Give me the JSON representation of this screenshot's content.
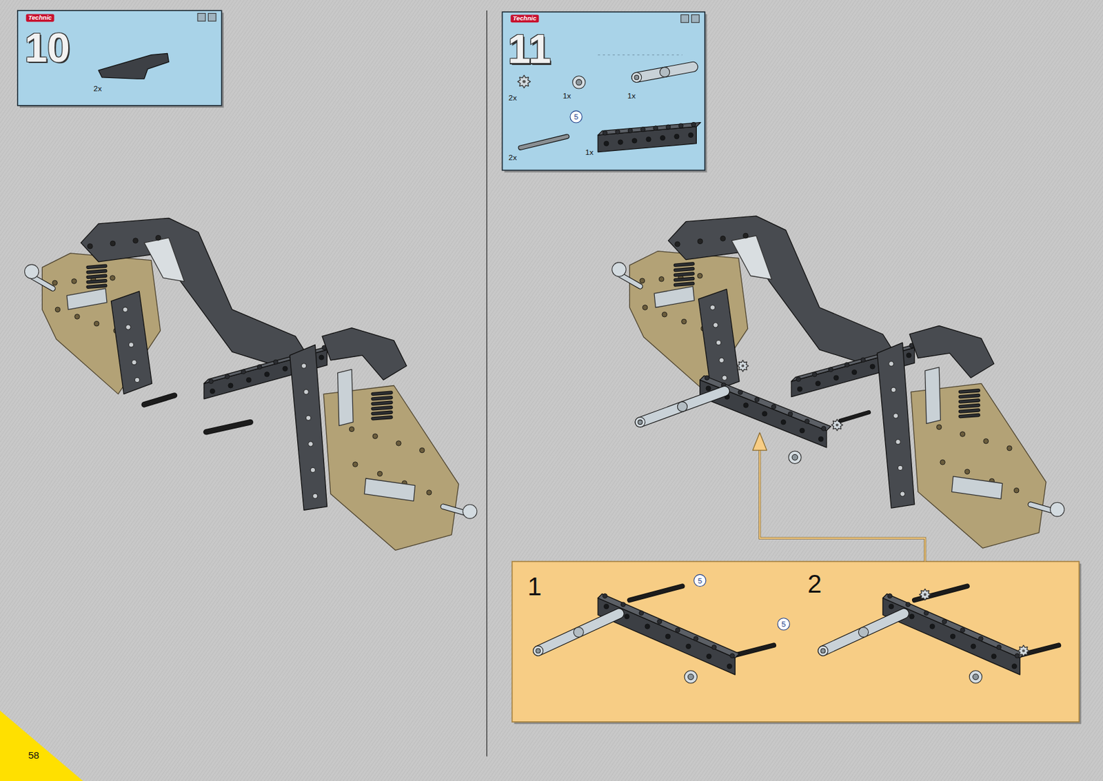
{
  "diagram": {
    "nodes": [
      {
        "text": [
          "Technic",
          "10",
          "2x"
        ]
      },
      {
        "text": [
          "Technic",
          "11",
          "2x",
          "1x",
          "1x",
          "5",
          "2x",
          "1x"
        ]
      },
      {
        "text": [
          "1",
          "5",
          "5",
          "2"
        ]
      }
    ],
    "labels": [
      "58"
    ]
  }
}
